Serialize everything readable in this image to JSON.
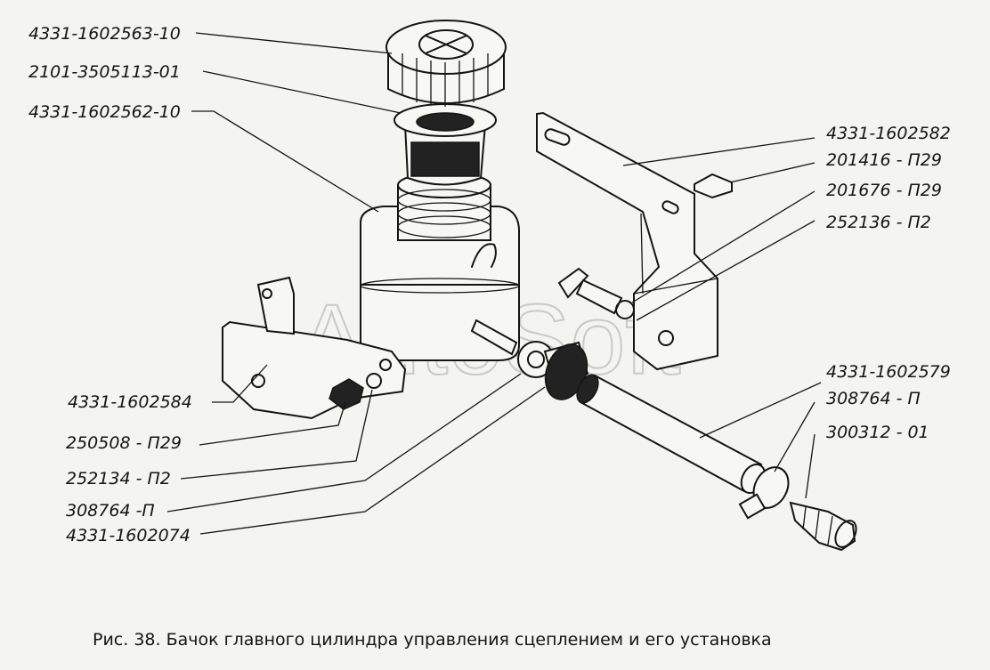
{
  "labels": {
    "cap": "4331-1602563-10",
    "gasket": "2101-3505113-01",
    "reservoir": "4331-1602562-10",
    "bracket_right": "4331-1602582",
    "bolt_small": "201416 - П29",
    "washer_a": "201676 - П29",
    "washer_b": "252136 - П2",
    "bracket_left": "4331-1602584",
    "nut": "250508 - П29",
    "spring_washer": "252134 - П2",
    "clamp_left": "308764 -П",
    "fitting": "4331-1602074",
    "hose": "4331-1602579",
    "clamp_right": "308764 - П",
    "union": "300312 - 01"
  },
  "watermark": "AutoSoft",
  "caption": "Рис. 38. Бачок главного цилиндра управления сцеплением и его установка"
}
